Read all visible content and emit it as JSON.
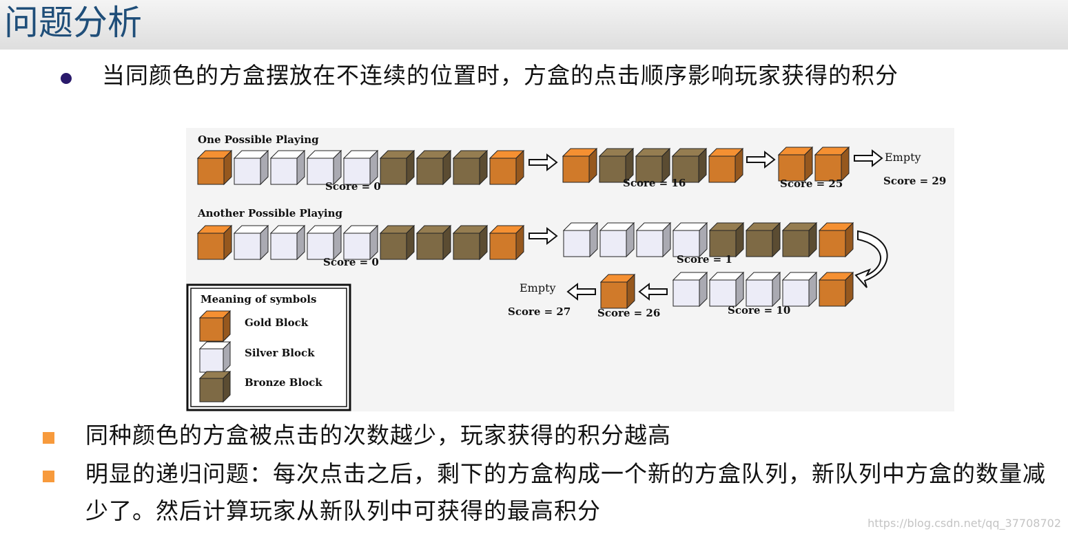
{
  "header": {
    "title": "问题分析"
  },
  "intro": {
    "text": "当同颜色的方盒摆放在不连续的位置时，方盒的点击顺序影响玩家获得的积分"
  },
  "figure": {
    "one_label": "One Possible Playing",
    "another_label": "Another Possible Playing",
    "empty_label": "Empty",
    "scores_one": [
      "Score = 0",
      "Score = 16",
      "Score = 25",
      "Score = 29"
    ],
    "scores_another": [
      "Score = 0",
      "Score = 1",
      "Score = 10",
      "Score = 26",
      "Score = 27"
    ],
    "legend": {
      "title": "Meaning of symbols",
      "gold": "Gold Block",
      "silver": "Silver Block",
      "bronze": "Bronze Block"
    },
    "colors": {
      "gold": "#d07a2a",
      "silver": "#ececf7",
      "bronze": "#7e6a45"
    }
  },
  "points": [
    "同种颜色的方盒被点击的次数越少，玩家获得的积分越高",
    "明显的递归问题：每次点击之后，剩下的方盒构成一个新的方盒队列，新队列中方盒的数量减少了。然后计算玩家从新队列中可获得的最高积分"
  ],
  "watermark": "https://blog.csdn.net/qq_37708702"
}
